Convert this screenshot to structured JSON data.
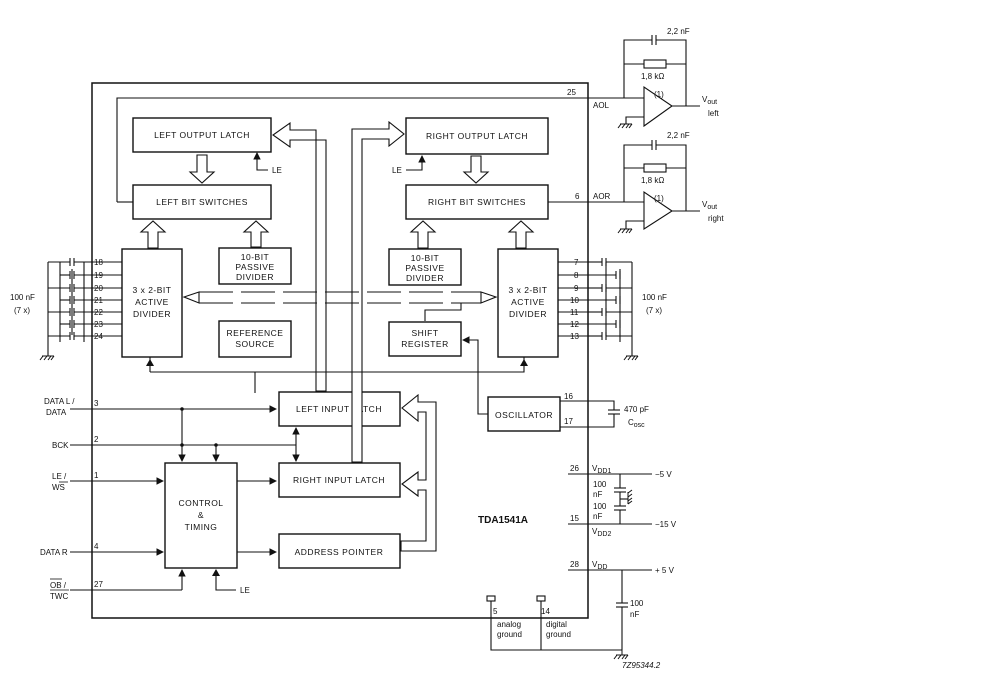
{
  "chip": {
    "name": "TDA1541A",
    "blocks": {
      "left_output_latch": "LEFT OUTPUT LATCH",
      "right_output_latch": "RIGHT OUTPUT LATCH",
      "left_bit_switches": "LEFT BIT SWITCHES",
      "right_bit_switches": "RIGHT BIT SWITCHES",
      "passive_divider_left": [
        "10-BIT",
        "PASSIVE",
        "DIVIDER"
      ],
      "passive_divider_right": [
        "10-BIT",
        "PASSIVE",
        "DIVIDER"
      ],
      "active_divider_left": [
        "3 x 2-BIT",
        "ACTIVE",
        "DIVIDER"
      ],
      "active_divider_right": [
        "3 x 2-BIT",
        "ACTIVE",
        "DIVIDER"
      ],
      "reference_source": [
        "REFERENCE",
        "SOURCE"
      ],
      "shift_register": [
        "SHIFT",
        "REGISTER"
      ],
      "left_input_latch": "LEFT INPUT LATCH",
      "right_input_latch": "RIGHT INPUT LATCH",
      "control_timing": [
        "CONTROL",
        "&",
        "TIMING"
      ],
      "address_pointer": "ADDRESS POINTER",
      "oscillator": "OSCILLATOR"
    },
    "le_label": "LE"
  },
  "inputs": [
    {
      "pin": "3",
      "label": [
        "DATA L /",
        "DATA"
      ]
    },
    {
      "pin": "2",
      "label": [
        "BCK"
      ]
    },
    {
      "pin": "1",
      "label": [
        "LE /",
        "WS"
      ]
    },
    {
      "pin": "4",
      "label": [
        "DATA R"
      ]
    },
    {
      "pin": "27",
      "label": [
        "OB /",
        "TWC"
      ]
    }
  ],
  "left_decoupling": {
    "pins": [
      "18",
      "19",
      "20",
      "21",
      "22",
      "23",
      "24"
    ],
    "label": [
      "100 nF",
      "(7 x)"
    ]
  },
  "right_decoupling": {
    "pins": [
      "7",
      "8",
      "9",
      "10",
      "11",
      "12",
      "13"
    ],
    "label": [
      "100 nF",
      "(7 x)"
    ]
  },
  "outputs": {
    "left": {
      "pin": "25",
      "name": "AOL",
      "cap": "2,2 nF",
      "res": "1,8 kΩ",
      "amp": "(1)",
      "vout": "V",
      "vout_sub": "out",
      "side": "left"
    },
    "right": {
      "pin": "6",
      "name": "AOR",
      "cap": "2,2 nF",
      "res": "1,8 kΩ",
      "amp": "(1)",
      "vout": "V",
      "vout_sub": "out",
      "side": "right"
    }
  },
  "oscillator_pins": {
    "pin1": "16",
    "pin2": "17",
    "cap": "470 pF",
    "cap_name": "C",
    "cap_sub": "osc"
  },
  "supplies": {
    "vdd1": {
      "pin": "26",
      "name": "V",
      "sub": "DD1",
      "volt": "−5 V"
    },
    "vdd2": {
      "pin": "15",
      "name": "V",
      "sub": "DD2",
      "volt": "−15 V"
    },
    "vdd": {
      "pin": "28",
      "name": "V",
      "sub": "DD",
      "volt": "+ 5 V"
    },
    "cap1": [
      "100",
      "nF"
    ],
    "cap2": [
      "100",
      "nF"
    ],
    "cap3": [
      "100",
      "nF"
    ]
  },
  "grounds": {
    "analog": {
      "pin": "5",
      "label": [
        "analog",
        "ground"
      ]
    },
    "digital": {
      "pin": "14",
      "label": [
        "digital",
        "ground"
      ]
    }
  },
  "figure_code": "7Z95344.2"
}
